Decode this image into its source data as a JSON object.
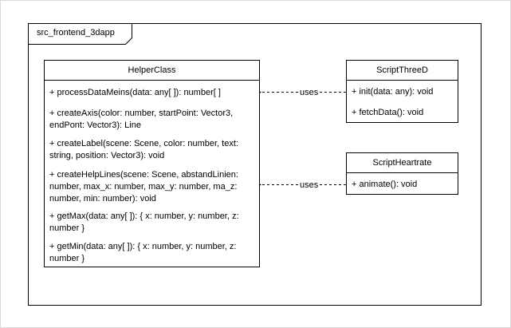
{
  "package": {
    "name": "src_frontend_3dapp"
  },
  "helper_class": {
    "name": "HelperClass",
    "members": [
      {
        "lines": [
          "+ processDataMeins(data: any[ ]): number[ ]"
        ]
      },
      {
        "lines": [
          "+ createAxis(color: number, startPoint: Vector3,",
          "endPont: Vector3): Line"
        ]
      },
      {
        "lines": [
          "+ createLabel(scene: Scene, color: number, text:",
          "string, position: Vector3): void"
        ]
      },
      {
        "lines": [
          "+ createHelpLines(scene: Scene, abstandLinien:",
          "number, max_x: number, max_y: number, ma_z:",
          "number, min: number): void"
        ]
      },
      {
        "lines": [
          "+ getMax(data: any[ ]): { x: number, y: number, z:",
          "number }"
        ]
      },
      {
        "lines": [
          "+ getMin(data: any[ ]): { x: number, y: number, z:",
          "number }"
        ]
      }
    ]
  },
  "script_three_d": {
    "name": "ScriptThreeD",
    "members": [
      "+ init(data: any): void",
      "+ fetchData(): void"
    ]
  },
  "script_heartrate": {
    "name": "ScriptHeartrate",
    "members": [
      "+ animate(): void"
    ]
  },
  "relations": [
    {
      "from": "ScriptThreeD",
      "to": "HelperClass",
      "label": "uses",
      "style": "dashed"
    },
    {
      "from": "ScriptHeartrate",
      "to": "HelperClass",
      "label": "uses",
      "style": "dashed"
    }
  ]
}
